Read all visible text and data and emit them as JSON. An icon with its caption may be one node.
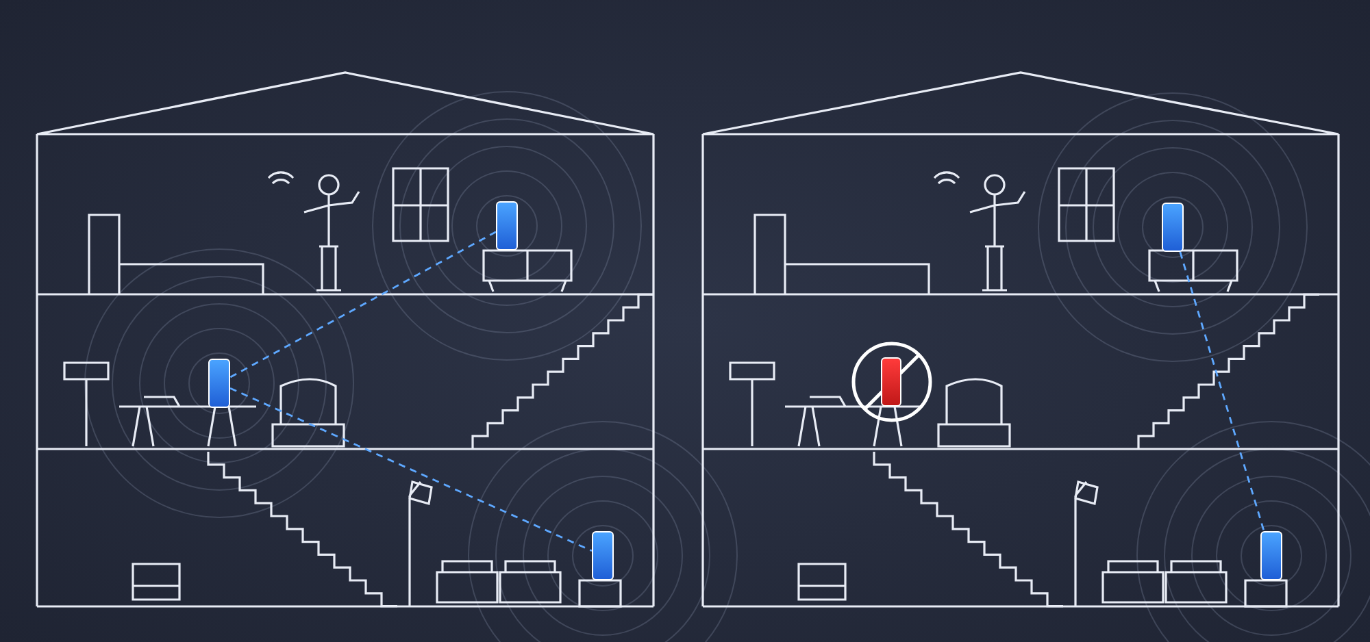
{
  "diagram": {
    "nodes": [
      {
        "text": [],
        "shape": "box"
      },
      {
        "text": [],
        "shape": "box"
      },
      {
        "text": [],
        "shape": "box"
      },
      {
        "text": [],
        "shape": "box"
      },
      {
        "text": [],
        "shape": "box"
      },
      {
        "text": [],
        "shape": "box"
      }
    ],
    "edges": [
      {
        "from": 0,
        "to": 1,
        "arrow": "none",
        "style": "dashed"
      },
      {
        "from": 1,
        "to": 2,
        "arrow": "none",
        "style": "dashed"
      },
      {
        "from": 3,
        "to": 5,
        "arrow": "none",
        "style": "dashed"
      }
    ]
  }
}
